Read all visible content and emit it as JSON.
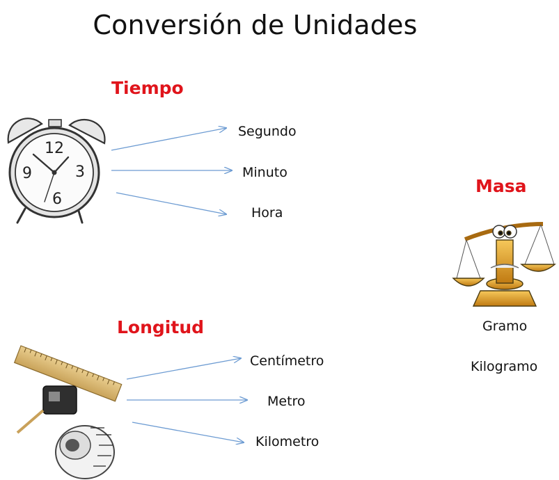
{
  "title": "Conversión de Unidades",
  "colors": {
    "heading": "#e0141b",
    "arrow": "#6c9bd2"
  },
  "sections": {
    "tiempo": {
      "heading": "Tiempo",
      "icon": "alarm-clock-icon",
      "units": [
        "Segundo",
        "Minuto",
        "Hora"
      ]
    },
    "longitud": {
      "heading": "Longitud",
      "icon": "ruler-and-tape-measure-icon",
      "units": [
        "Centímetro",
        "Metro",
        "Kilometro"
      ]
    },
    "masa": {
      "heading": "Masa",
      "icon": "balance-scale-icon",
      "units": [
        "Gramo",
        "Kilogramo"
      ]
    }
  },
  "clock_numerals": [
    "12",
    "3",
    "6",
    "9"
  ]
}
